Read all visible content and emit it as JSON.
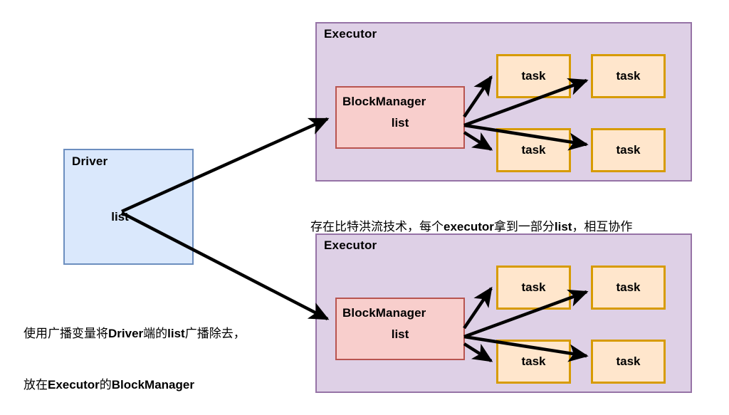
{
  "diagram": {
    "title": "Spark broadcast variable distribution diagram",
    "colors": {
      "driver_fill": "#dae8fc",
      "driver_stroke": "#6c8ebf",
      "executor_fill": "#ded0e6",
      "executor_stroke": "#9673a6",
      "blockmanager_fill": "#f8cecc",
      "blockmanager_stroke": "#b85450",
      "task_fill": "#ffe6cc",
      "task_stroke": "#d79b00",
      "arrow": "#000000",
      "background": "#ffffff"
    }
  },
  "driver": {
    "title": "Driver",
    "variable": "list"
  },
  "executors": [
    {
      "title": "Executor",
      "blockmanager": {
        "title": "BlockManager",
        "variable": "list"
      },
      "tasks": [
        {
          "label": "task"
        },
        {
          "label": "task"
        },
        {
          "label": "task"
        },
        {
          "label": "task"
        }
      ]
    },
    {
      "title": "Executor",
      "blockmanager": {
        "title": "BlockManager",
        "variable": "list"
      },
      "tasks": [
        {
          "label": "task"
        },
        {
          "label": "task"
        },
        {
          "label": "task"
        },
        {
          "label": "task"
        }
      ]
    }
  ],
  "annotations": {
    "middle": {
      "segments": [
        {
          "text": "存在比特洪流技术，每个",
          "bold": false
        },
        {
          "text": "executor",
          "bold": true
        },
        {
          "text": "拿到一部分",
          "bold": false
        },
        {
          "text": "list",
          "bold": true
        },
        {
          "text": "，相互协作",
          "bold": false
        }
      ]
    },
    "bottom_left": {
      "lines": [
        [
          {
            "text": "使用广播变量将",
            "bold": false
          },
          {
            "text": "Driver",
            "bold": true
          },
          {
            "text": "端的",
            "bold": false
          },
          {
            "text": "list",
            "bold": true
          },
          {
            "text": "广播除去，",
            "bold": false
          }
        ],
        [
          {
            "text": "放在",
            "bold": false
          },
          {
            "text": "Executor",
            "bold": true
          },
          {
            "text": "的",
            "bold": false
          },
          {
            "text": "BlockManager",
            "bold": true
          }
        ]
      ]
    }
  }
}
